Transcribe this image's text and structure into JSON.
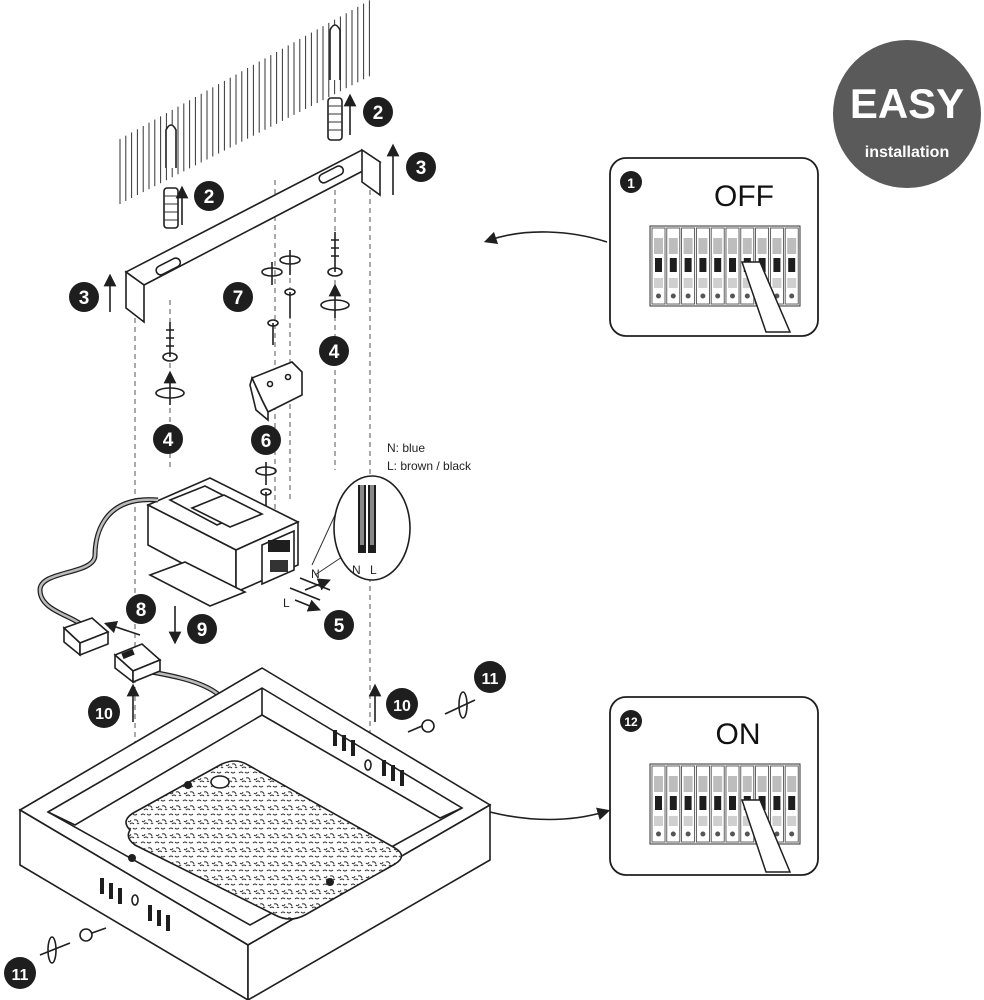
{
  "badge": {
    "title": "EASY",
    "subtitle": "installation",
    "color": "#5a5a5a"
  },
  "panels": {
    "off": {
      "step": "1",
      "state": "OFF"
    },
    "on": {
      "step": "12",
      "state": "ON"
    }
  },
  "steps": {
    "s2a": "2",
    "s2b": "2",
    "s3a": "3",
    "s3b": "3",
    "s4a": "4",
    "s4b": "4",
    "s5": "5",
    "s6": "6",
    "s7": "7",
    "s8": "8",
    "s9": "9",
    "s10a": "10",
    "s10b": "10",
    "s11a": "11",
    "s11b": "11"
  },
  "wiring": {
    "neutral": "N: blue",
    "live": "L: brown / black",
    "n": "N",
    "l": "L",
    "cable_n": "N",
    "cable_l": "L"
  },
  "icons": [
    "breaker-switch-icon",
    "finger-icon",
    "screw-icon",
    "wall-plug-icon",
    "rotate-icon",
    "arrow-up-icon"
  ]
}
